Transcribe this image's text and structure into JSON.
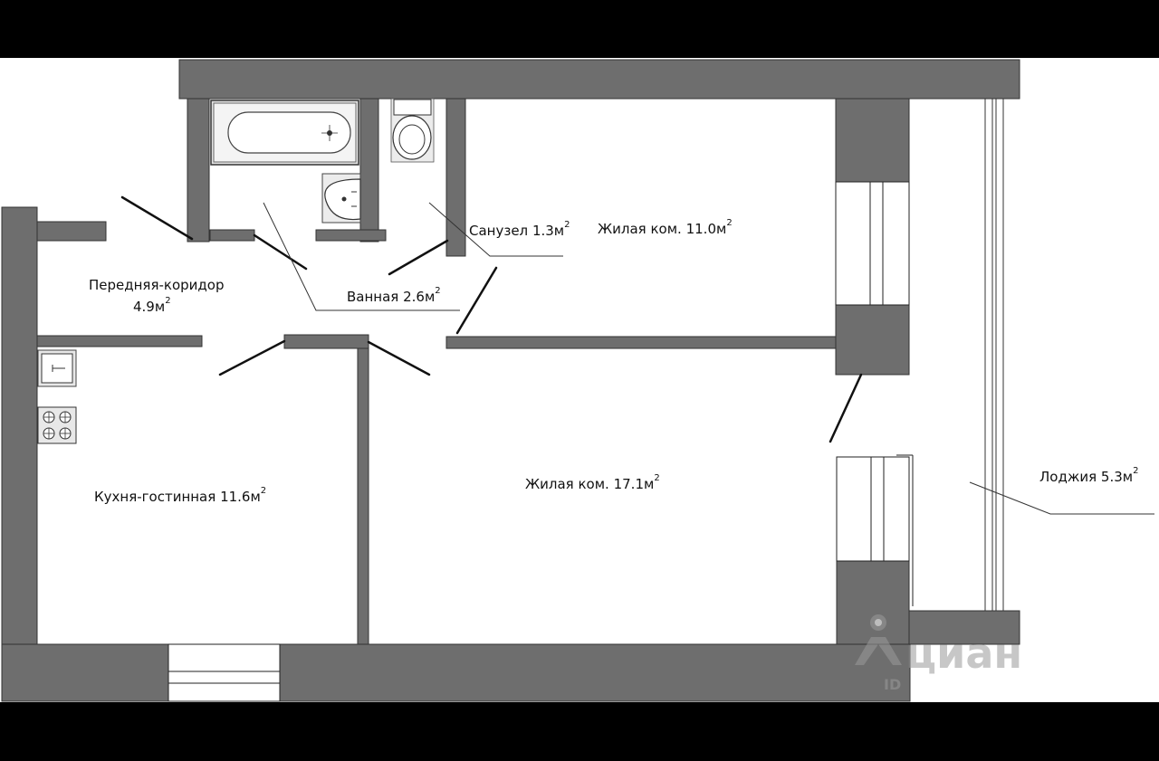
{
  "plan": {
    "rooms": [
      {
        "id": "hallway",
        "name": "Передняя-коридор",
        "area": "4.9",
        "unit": "м",
        "exp": "2"
      },
      {
        "id": "bathroom",
        "name": "Ванная",
        "area": "2.6",
        "unit": "м",
        "exp": "2"
      },
      {
        "id": "toilet",
        "name": "Санузел",
        "area": "1.3",
        "unit": "м",
        "exp": "2"
      },
      {
        "id": "room-small",
        "name": "Жилая ком.",
        "area": "11.0",
        "unit": "м",
        "exp": "2"
      },
      {
        "id": "room-large",
        "name": "Жилая ком.",
        "area": "17.1",
        "unit": "м",
        "exp": "2"
      },
      {
        "id": "kitchen",
        "name": "Кухня-гостинная",
        "area": "11.6",
        "unit": "м",
        "exp": "2"
      },
      {
        "id": "loggia",
        "name": "Лоджия",
        "area": "5.3",
        "unit": "м",
        "exp": "2"
      }
    ]
  },
  "watermark": {
    "brand": "циан",
    "sub": "ID"
  },
  "colors": {
    "wall": "#6f6f6f",
    "wall_dark": "#5e5e5e",
    "floor": "#ffffff",
    "frame": "#000000",
    "line": "#111111"
  }
}
